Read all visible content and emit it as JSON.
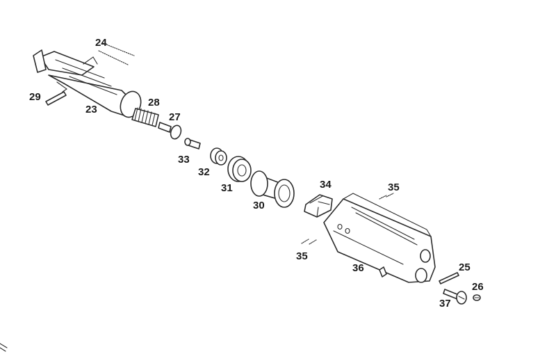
{
  "callouts": {
    "p23": "23",
    "p24": "24",
    "p25": "25",
    "p26": "26",
    "p27": "27",
    "p28": "28",
    "p29": "29",
    "p30": "30",
    "p31": "31",
    "p32": "32",
    "p33": "33",
    "p34": "34",
    "p35a": "35",
    "p35b": "35",
    "p36": "36",
    "p37": "37"
  }
}
